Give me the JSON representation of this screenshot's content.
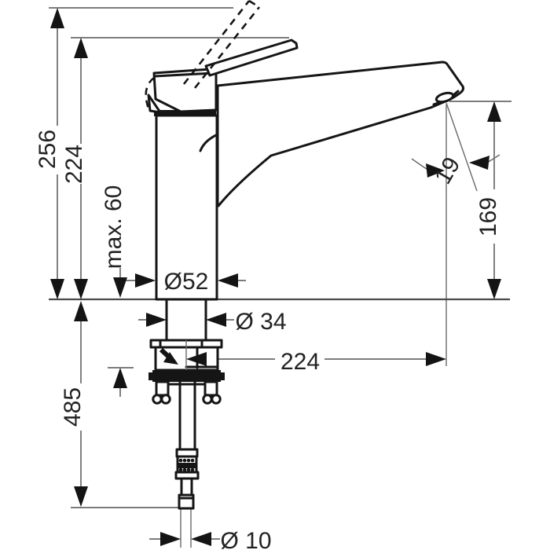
{
  "drawing": {
    "type": "technical dimension drawing",
    "subject": "single-lever kitchen mixer tap, side elevation with mounting shank",
    "units": "mm",
    "line_color": "#151515",
    "background": "#ffffff",
    "dimensions": {
      "total_height": "256",
      "handle_height": "224",
      "max_mounting_thickness": "max. 60",
      "base_diameter": "Ø52",
      "shank_diameter": "Ø 34",
      "spout_projection": "224",
      "spout_outlet_height": "169",
      "spray_angle": "19",
      "hose_length": "485",
      "connection_diameter": "Ø 10"
    }
  }
}
